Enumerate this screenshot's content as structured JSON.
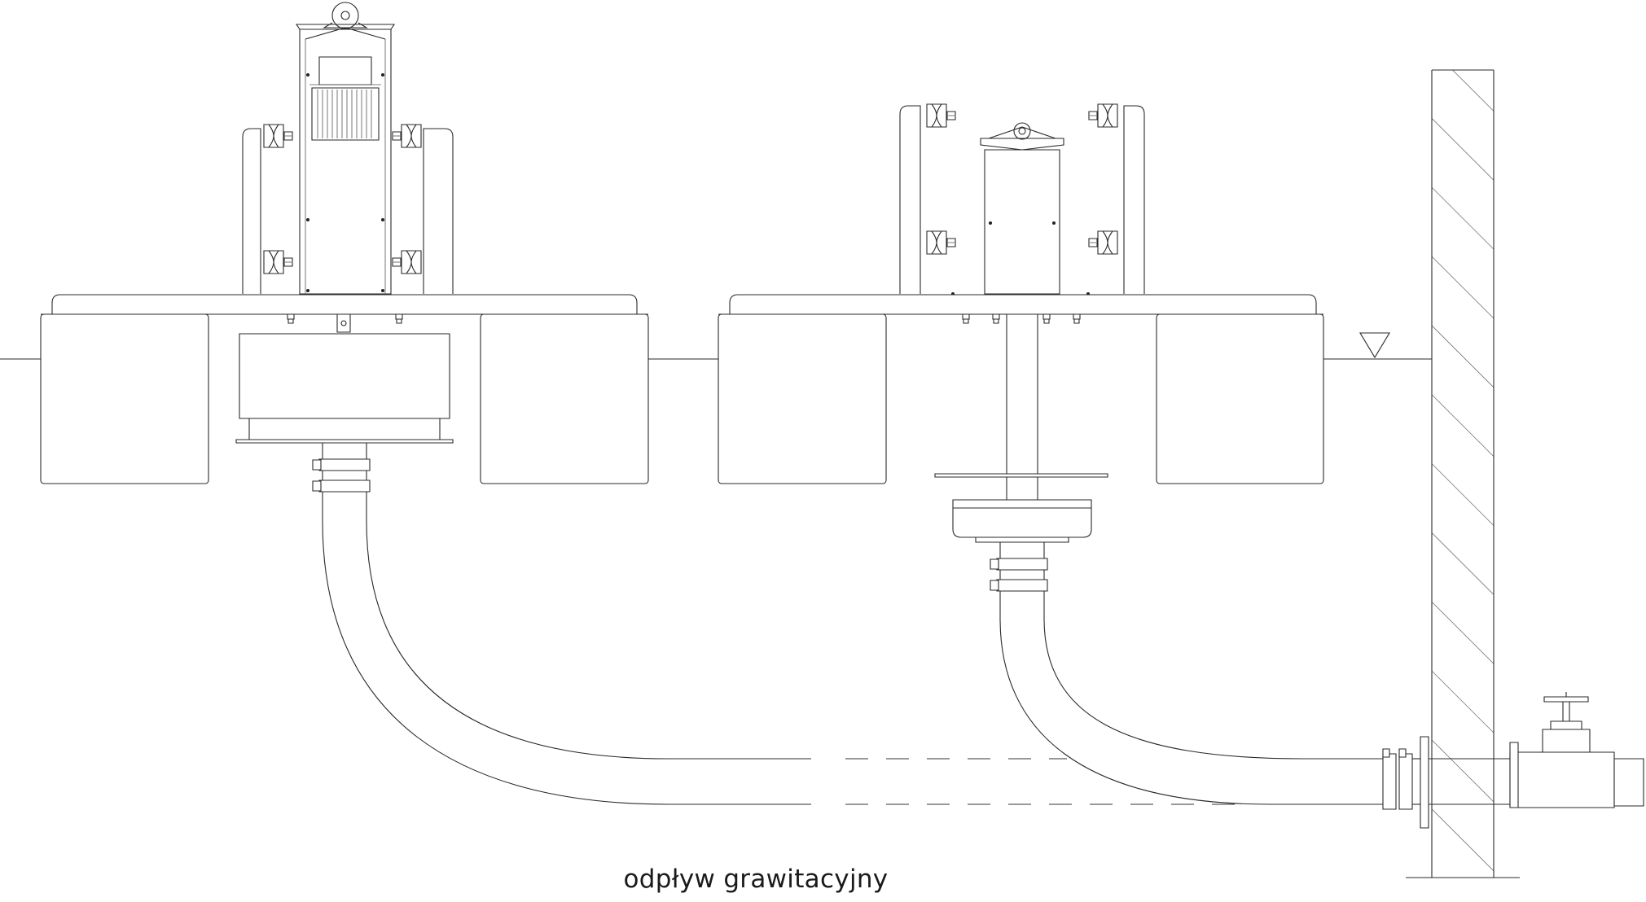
{
  "diagram": {
    "caption": "odpływ grawitacyjny",
    "elements": [
      "water-level-line",
      "water-level-marker",
      "pump-unit-left",
      "pump-unit-right",
      "pipe-left",
      "pipe-right",
      "wall-section",
      "outlet-valve"
    ]
  }
}
